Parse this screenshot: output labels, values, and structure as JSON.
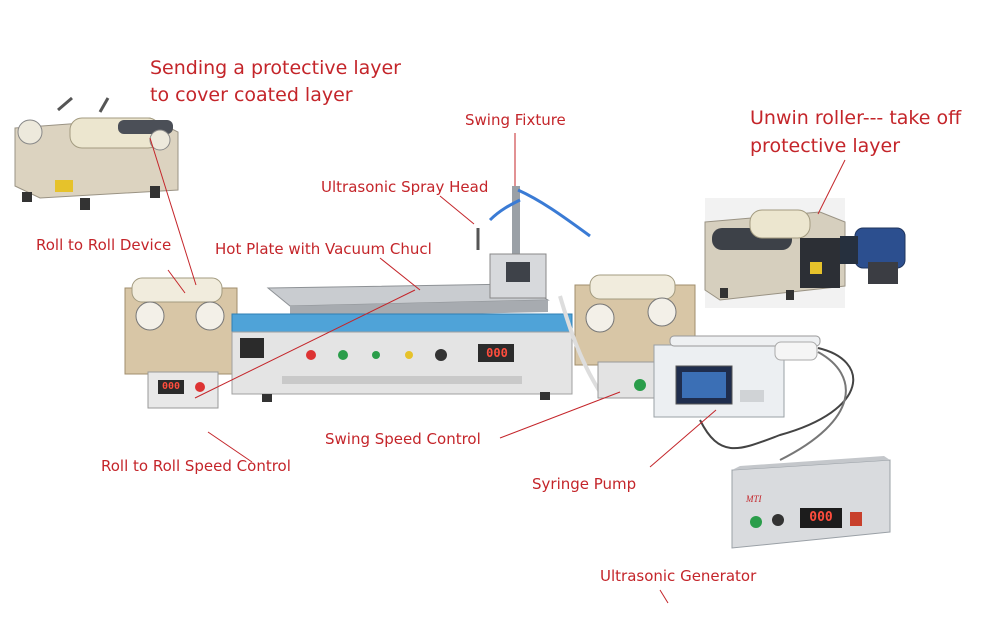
{
  "labels": {
    "protective_layer_line1": "Sending a protective layer",
    "protective_layer_line2": "to cover coated layer",
    "swing_fixture": "Swing Fixture",
    "unwin_roller_line1": "Unwin roller--- take off",
    "unwin_roller_line2": "protective layer",
    "ultrasonic_spray_head": "Ultrasonic Spray Head",
    "roll_to_roll_device": "Roll to Roll Device",
    "hot_plate": "Hot Plate with Vacuum Chucl",
    "swing_speed_control": "Swing Speed Control",
    "roll_to_roll_speed_control": "Roll to Roll Speed Control",
    "syringe_pump": "Syringe Pump",
    "ultrasonic_generator": "Ultrasonic Generator"
  },
  "displays": {
    "controller_readout": "000",
    "roller_readout": "000",
    "generator_readout": "000"
  },
  "colors": {
    "label_red": "#c4252a",
    "panel_blue": "#4fa3d8",
    "body_tan": "#d8c6a6",
    "metal_gray": "#b9bcc0"
  }
}
